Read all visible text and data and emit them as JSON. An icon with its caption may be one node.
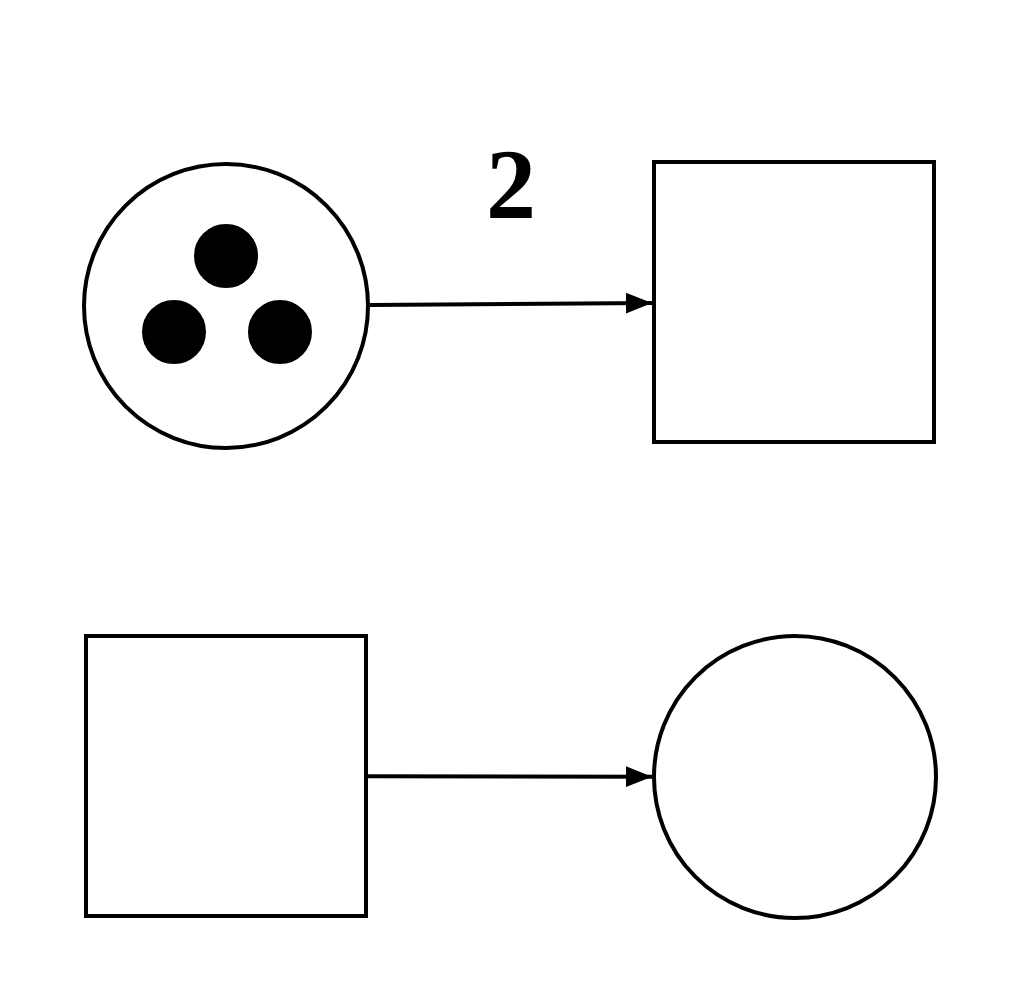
{
  "diagram": {
    "nodes": [
      {
        "text": [],
        "shape": "circle"
      },
      {
        "text": [],
        "shape": "circle",
        "in": 0
      },
      {
        "text": [],
        "shape": "circle",
        "in": 0
      },
      {
        "text": [],
        "shape": "circle",
        "in": 0
      },
      {
        "text": [],
        "shape": "box"
      },
      {
        "text": [],
        "shape": "box"
      },
      {
        "text": [],
        "shape": "circle"
      }
    ],
    "edges": [
      {
        "from": 0,
        "to": 4,
        "arrow": "to",
        "label": "2"
      },
      {
        "from": 5,
        "to": 6,
        "arrow": "to"
      }
    ]
  }
}
